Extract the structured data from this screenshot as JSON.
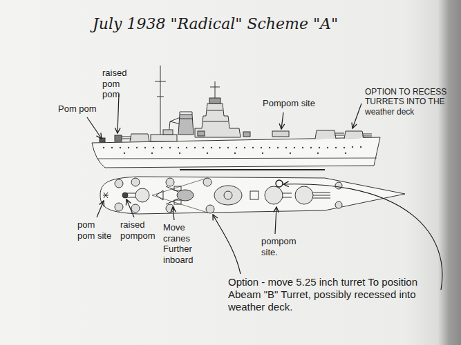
{
  "diagram": {
    "title": "July 1938 \"Radical\" Scheme \"A\"",
    "labels": [
      "Pom pom",
      "raised pom pom",
      "Pompom site",
      "OPTION TO RECESS TURRETS INTO THE weather deck",
      "pom pom site",
      "raised pompom",
      "Move cranes Further inboard",
      "pompom site.",
      "Option - move 5.25 inch turret To position Abeam \"B\" Turret, possibly recessed into weather deck."
    ]
  }
}
